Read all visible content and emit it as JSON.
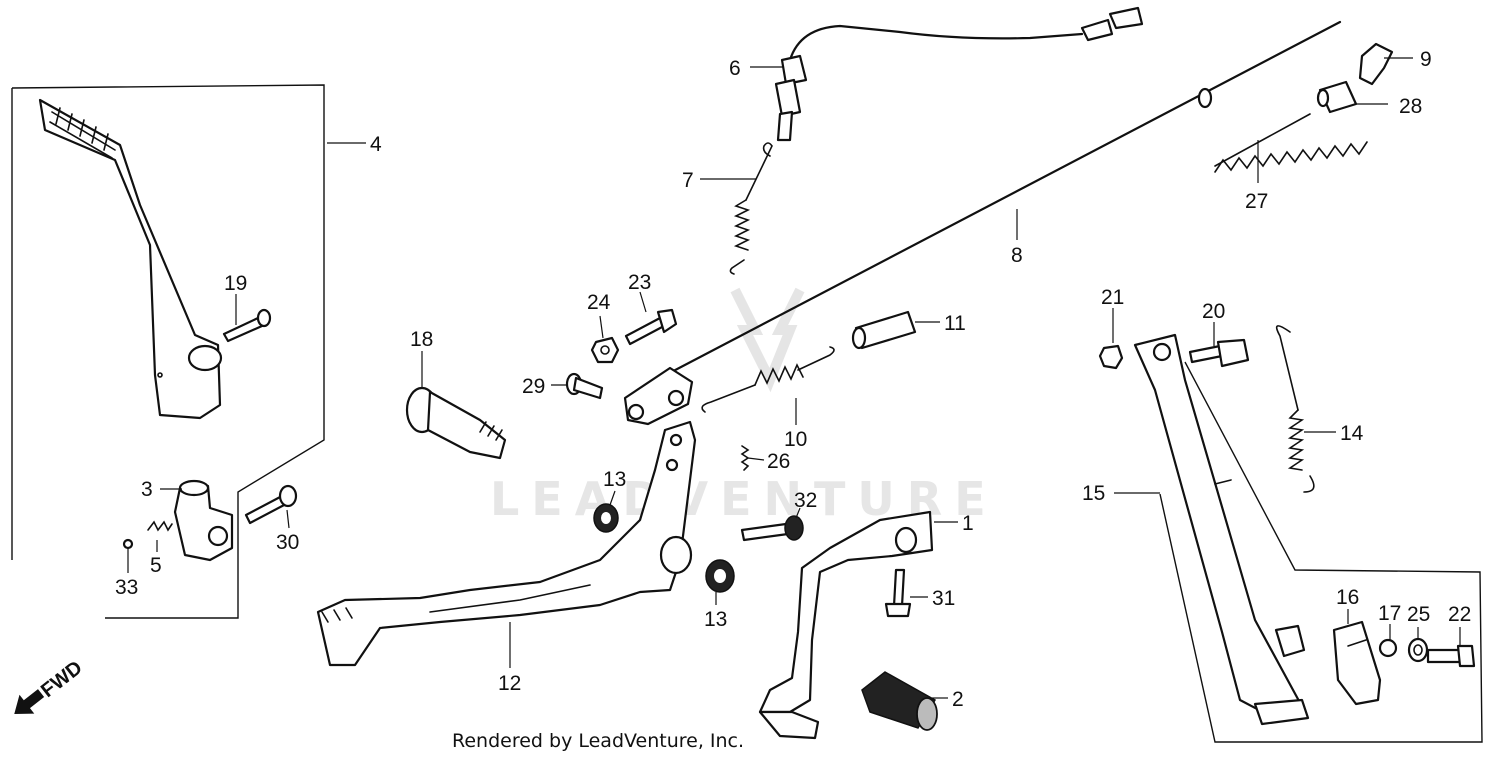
{
  "watermark": "LEADVENTURE",
  "fwd_label": "FWD",
  "credit": "Rendered by LeadVenture, Inc.",
  "callouts": {
    "c1": "1",
    "c2": "2",
    "c3": "3",
    "c4": "4",
    "c5": "5",
    "c6": "6",
    "c7": "7",
    "c8": "8",
    "c9": "9",
    "c10": "10",
    "c11": "11",
    "c12": "12",
    "c13a": "13",
    "c13b": "13",
    "c14": "14",
    "c15": "15",
    "c16": "16",
    "c17": "17",
    "c18": "18",
    "c19": "19",
    "c20": "20",
    "c21": "21",
    "c22": "22",
    "c23": "23",
    "c24": "24",
    "c25": "25",
    "c26": "26",
    "c27": "27",
    "c28": "28",
    "c29": "29",
    "c30": "30",
    "c31": "31",
    "c32": "32",
    "c33": "33"
  }
}
